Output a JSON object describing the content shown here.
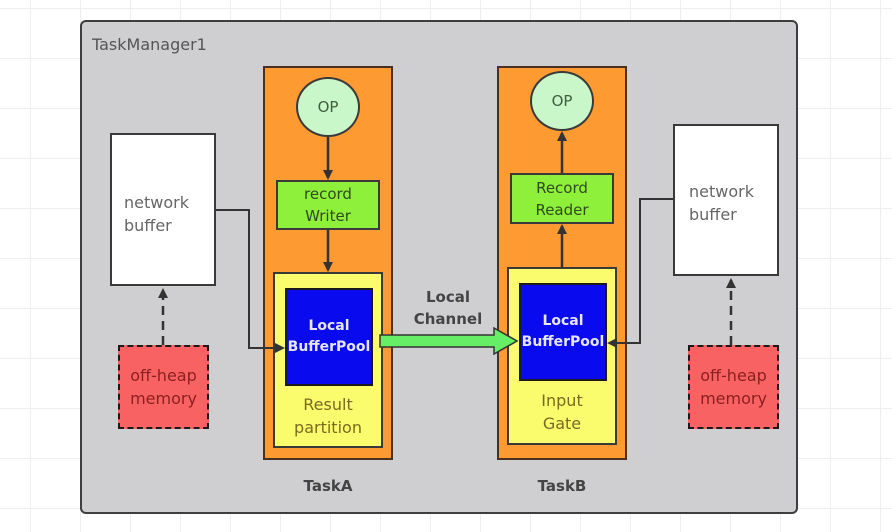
{
  "diagram": {
    "container_title": "TaskManager1",
    "colors": {
      "task_bg": "#fd9a32",
      "op_bg": "#c9f7c9",
      "record_bg": "#8ef03a",
      "partition_bg": "#fbfb6e",
      "buffer_pool_bg": "#0a0aee",
      "network_buffer_bg": "#ffffff",
      "off_heap_bg": "#f96262",
      "channel_arrow": "#66ee66",
      "container_bg": "#cfced0"
    },
    "task_a": {
      "name": "TaskA",
      "op": "OP",
      "record_line1": "record",
      "record_line2": "Writer",
      "pool_line1": "Local",
      "pool_line2": "BufferPool",
      "partition_line1": "Result",
      "partition_line2": "partition"
    },
    "task_b": {
      "name": "TaskB",
      "op": "OP",
      "record_line1": "Record",
      "record_line2": "Reader",
      "pool_line1": "Local",
      "pool_line2": "BufferPool",
      "partition_line1": "Input",
      "partition_line2": "Gate"
    },
    "channel": {
      "line1": "Local",
      "line2": "Channel"
    },
    "left_network_buffer": {
      "line1": "network",
      "line2": "buffer"
    },
    "right_network_buffer": {
      "line1": "network",
      "line2": "buffer"
    },
    "left_off_heap": {
      "line1": "off-heap",
      "line2": "memory"
    },
    "right_off_heap": {
      "line1": "off-heap",
      "line2": "memory"
    }
  }
}
